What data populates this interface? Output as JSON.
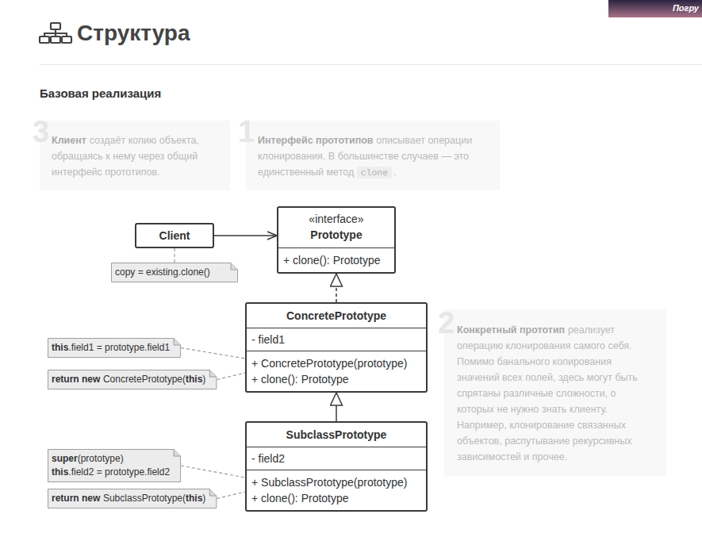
{
  "diagram": {
    "title": "Структура",
    "nodes": [
      {
        "text": [
          "3",
          "Клиент",
          "создаёт копию объекта, обращаясь к нему через общий интерфейс прототипов."
        ]
      },
      {
        "text": [
          "1",
          "Интерфейс прототипов",
          "описывает операции клонирования. В большинстве случаев — это единственный метод",
          "clone",
          "."
        ]
      },
      {
        "text": [
          "Client"
        ]
      },
      {
        "text": [
          "«interface»",
          "Prototype",
          "+ clone(): Prototype"
        ]
      },
      {
        "text": [
          "copy = existing.clone()"
        ]
      },
      {
        "text": [
          "ConcretePrototype",
          "- field1",
          "+ ConcretePrototype(prototype)",
          "+ clone(): Prototype"
        ]
      },
      {
        "text": [
          "2",
          "Конкретный прототип",
          "реализует операцию клонирования самого себя. Помимо банального копирования значений всех полей, здесь могут быть спрятаны различные сложности, о которых не нужно знать клиенту. Например, клонирование связанных объектов, распутывание рекурсивных зависимостей и прочее."
        ]
      },
      {
        "text": [
          "this",
          ".field1 = prototype.field1"
        ]
      },
      {
        "text": [
          "return new",
          "ConcretePrototype(",
          "this",
          ")"
        ]
      },
      {
        "text": [
          "SubclassPrototype",
          "- field2",
          "+ SubclassPrototype(prototype)",
          "+ clone(): Prototype"
        ]
      },
      {
        "text": [
          "super",
          "(prototype)",
          "this",
          ".field2 = prototype.field2"
        ]
      },
      {
        "text": [
          "return new",
          "SubclassPrototype(",
          "this",
          ")"
        ]
      }
    ],
    "edges": [
      {
        "from": 2,
        "to": 3,
        "arrow": "to"
      },
      {
        "from": 4,
        "to": 2,
        "arrow": "none"
      },
      {
        "from": 5,
        "to": 3,
        "arrow": "to"
      },
      {
        "from": 7,
        "to": 5,
        "arrow": "none"
      },
      {
        "from": 8,
        "to": 5,
        "arrow": "none"
      },
      {
        "from": 9,
        "to": 5,
        "arrow": "to"
      },
      {
        "from": 10,
        "to": 9,
        "arrow": "none"
      },
      {
        "from": 11,
        "to": 9,
        "arrow": "none"
      }
    ],
    "labels": [
      "Базовая реализация",
      "Погру"
    ]
  }
}
